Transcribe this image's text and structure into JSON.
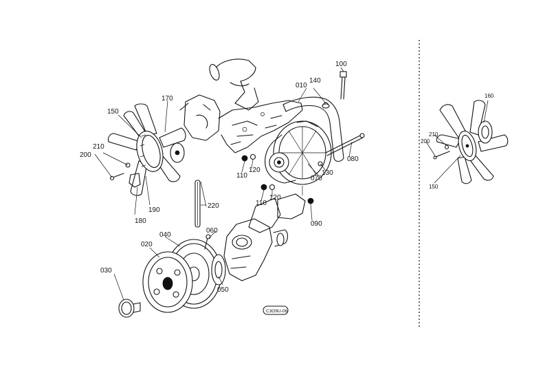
{
  "labels": {
    "p010": "010",
    "p020": "020",
    "p030": "030",
    "p040": "040",
    "p050": "050",
    "p060": "060",
    "p070": "070",
    "p080": "080",
    "p090": "090",
    "p100": "100",
    "p110a": "110",
    "p110b": "110",
    "p120a": "120",
    "p120b": "120",
    "p130": "130",
    "p140": "140",
    "p150": "150",
    "p170": "170",
    "p180": "180",
    "p190": "190",
    "p200": "200",
    "p210": "210",
    "p220": "220"
  },
  "alt_labels": {
    "p160": "160",
    "p210": "210",
    "p200": "200",
    "p150": "150"
  },
  "stamp": "C3O9U-06",
  "colors": {
    "ink": "#111111",
    "paper": "#ffffff"
  }
}
